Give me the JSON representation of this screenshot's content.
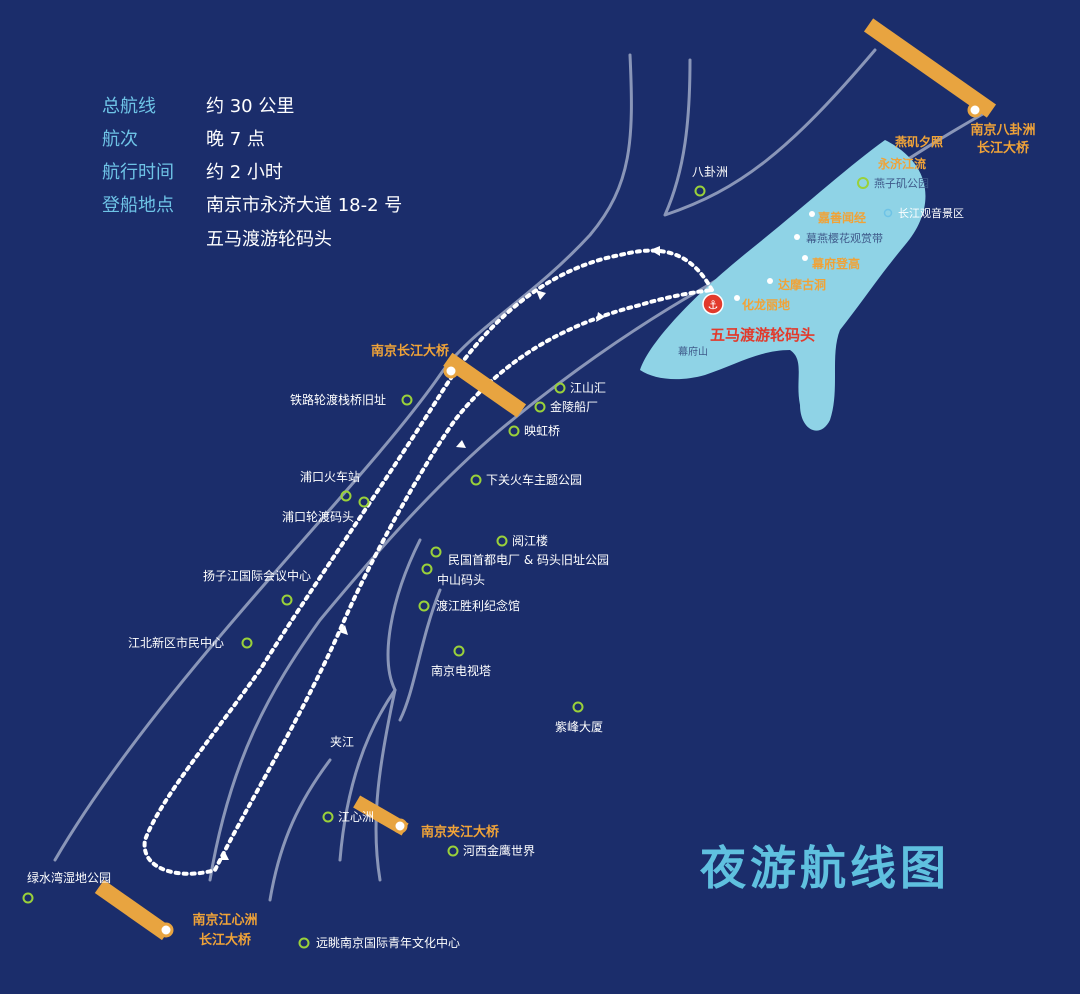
{
  "info": {
    "rows": [
      {
        "label": "总航线",
        "value": "约 30 公里"
      },
      {
        "label": "航次",
        "value": "晚 7 点"
      },
      {
        "label": "航行时间",
        "value": "约 2 小时"
      },
      {
        "label": "登船地点",
        "value": "南京市永济大道 18-2 号"
      }
    ],
    "extra": "五马渡游轮码头"
  },
  "title": "夜游航线图",
  "bridges": [
    {
      "name_line1": "南京八卦洲",
      "name_line2": "长江大桥"
    },
    {
      "name_line1": "南京长江大桥",
      "name_line2": ""
    },
    {
      "name_line1": "南京夹江大桥",
      "name_line2": ""
    },
    {
      "name_line1": "南京江心洲",
      "name_line2": "长江大桥"
    }
  ],
  "scenic_spots_orange": [
    "燕矶夕照",
    "永济江流",
    "嘉善闻经",
    "幕府登高",
    "达摩古洞",
    "化龙丽地"
  ],
  "dock": {
    "name": "五马渡游轮码头",
    "icon": "ferry-pier-icon"
  },
  "white_places": [
    "燕子矶公园",
    "长江观音景区",
    "幕燕樱花观赏带",
    "幕府山"
  ],
  "places": [
    "八卦洲",
    "江山汇",
    "金陵船厂",
    "映虹桥",
    "铁路轮渡栈桥旧址",
    "浦口火车站",
    "浦口轮渡码头",
    "下关火车主题公园",
    "阅江楼",
    "民国首都电厂 & 码头旧址公园",
    "中山码头",
    "扬子江国际会议中心",
    "渡江胜利纪念馆",
    "江北新区市民中心",
    "南京电视塔",
    "紫峰大厦",
    "夹江",
    "江心洲",
    "河西金鹰世界",
    "绿水湾湿地公园",
    "远眺南京国际青年文化中心"
  ],
  "colors": {
    "background": "#1b2d6b",
    "river_line": "#8a96b8",
    "island": "#8fd3e6",
    "bridge": "#e8a440",
    "orange_label": "#f0a338",
    "green_marker": "#9ad13a",
    "dock_red": "#e23a2c",
    "title": "#5fc0df",
    "label_blue": "#6ec3e6"
  }
}
